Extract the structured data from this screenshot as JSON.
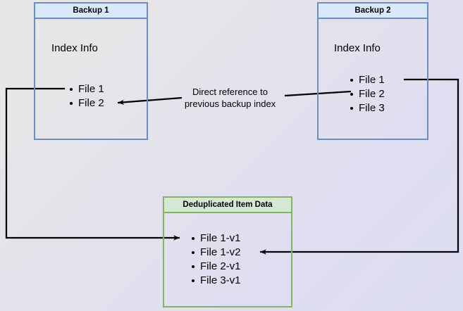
{
  "diagram": {
    "title_hidden": "",
    "background": {
      "from_color": "#e9e6e7",
      "to_color": "#dcdcf2"
    },
    "colors": {
      "blue_fill": "#dae8fc",
      "blue_stroke": "#6c8ebf",
      "green_fill": "#d5e8d4",
      "green_stroke": "#82b366",
      "edge_stroke": "#000000",
      "text": "#000000"
    },
    "nodes": {
      "backup1": {
        "header": "Backup 1",
        "index_label": "Index Info",
        "files": [
          "File 1",
          "File 2"
        ]
      },
      "backup2": {
        "header": "Backup 2",
        "index_label": "Index Info",
        "files": [
          "File 1",
          "File 2",
          "File 3"
        ]
      },
      "dedup": {
        "header": "Deduplicated Item Data",
        "files": [
          "File 1-v1",
          "File 1-v2",
          "File 2-v1",
          "File 3-v1"
        ]
      }
    },
    "edges": {
      "direct_reference_label": "Direct reference to\nprevious backup index"
    }
  }
}
